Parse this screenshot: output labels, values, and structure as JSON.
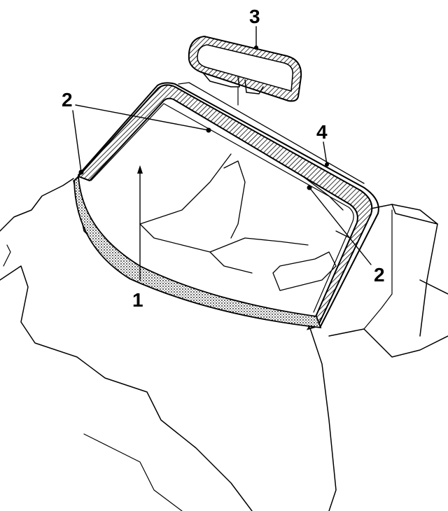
{
  "diagram": {
    "callouts": {
      "windshield": "1",
      "molding_left": "2",
      "molding_right": "2",
      "mirror": "3",
      "weatherstrip": "4"
    },
    "colors": {
      "ink": "#000000",
      "paper": "#ffffff"
    }
  }
}
